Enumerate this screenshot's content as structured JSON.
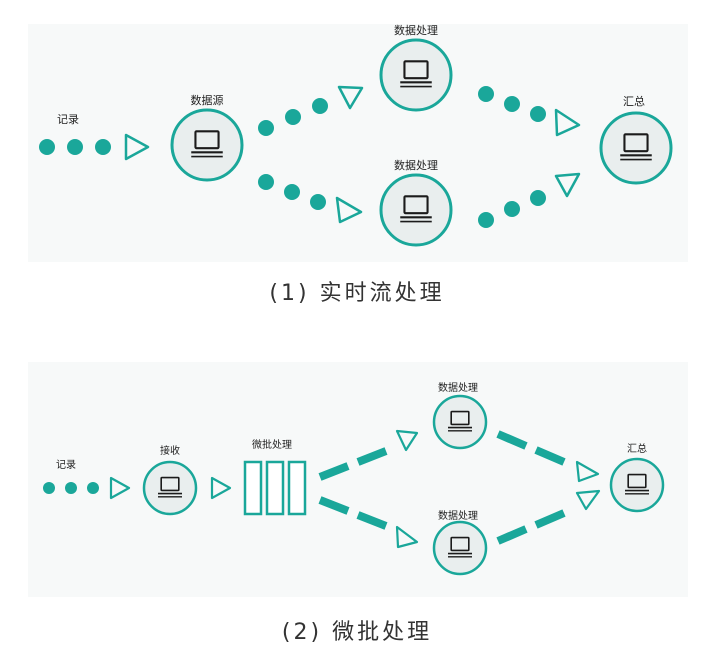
{
  "colors": {
    "teal": "#1aa79a",
    "ring": "#1aa79a",
    "node_fill": "#e9eeee",
    "panel": "#f7f9f9",
    "text": "#222222"
  },
  "diagram1": {
    "caption": "(1) 实时流处理",
    "record_label": "记录",
    "source_label": "数据源",
    "process_top_label": "数据处理",
    "process_bottom_label": "数据处理",
    "sink_label": "汇总"
  },
  "diagram2": {
    "caption": "(2) 微批处理",
    "record_label": "记录",
    "receive_label": "接收",
    "batch_label": "微批处理",
    "process_top_label": "数据处理",
    "process_bottom_label": "数据处理",
    "sink_label": "汇总"
  }
}
